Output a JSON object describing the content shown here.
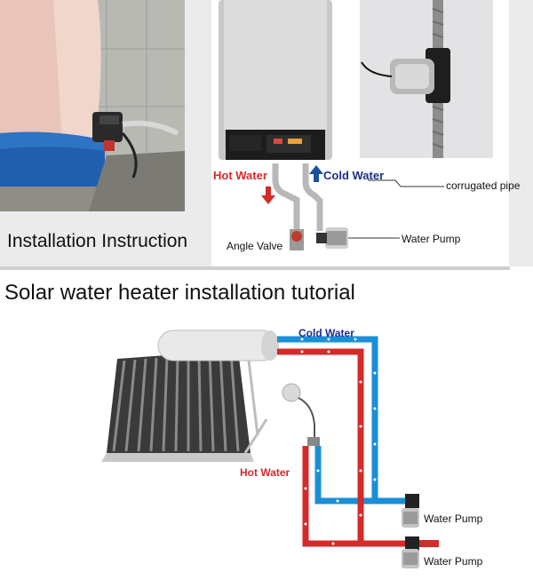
{
  "top": {
    "left_caption": "Installation Instruction",
    "labels": {
      "hot_water": "Hot Water",
      "cold_water": "Cold Water",
      "corrugated_pipe": "corrugated pipe",
      "angle_valve": "Angle Valve",
      "water_pump": "Water Pump"
    }
  },
  "bottom": {
    "title": "Solar water heater installation tutorial",
    "labels": {
      "cold_water": "Cold Water",
      "hot_water": "Hot Water",
      "water_pump_1": "Water Pump",
      "water_pump_2": "Water Pump"
    }
  },
  "colors": {
    "hot": "#d42a2a",
    "cold": "#1a8fd8",
    "cold_text": "#1c2f8a",
    "band": "#ebebeb"
  }
}
